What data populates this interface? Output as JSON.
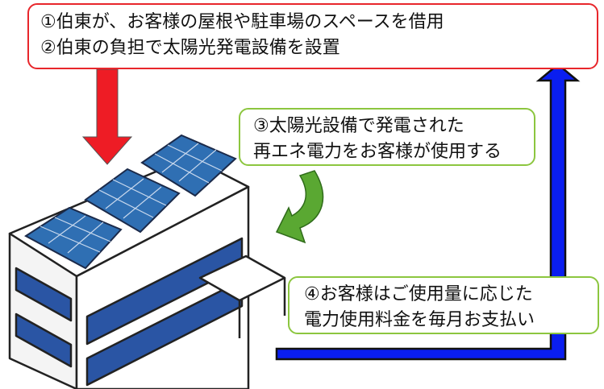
{
  "step_box_1": {
    "line1": "①伯東が、お客様の屋根や駐車場のスペースを借用",
    "line2": "②伯東の負担で太陽光発電設備を設置"
  },
  "step_box_3": {
    "line1": "③太陽光設備で発電された",
    "line2": "再エネ電力をお客様が使用する"
  },
  "step_box_4": {
    "line1": "④お客様はご使用量に応じた",
    "line2": "電力使用料金を毎月お支払い"
  },
  "colors": {
    "red_frame": "#e8262b",
    "green_frame": "#8cc63f",
    "red_arrow": "#ee1c25",
    "blue_arrow": "#0a1ef0",
    "green_arrow": "#5aa832",
    "panel": "#2f6fb3"
  },
  "icons": {
    "building": "office-building-icon",
    "panels": "solar-panel-icon"
  }
}
